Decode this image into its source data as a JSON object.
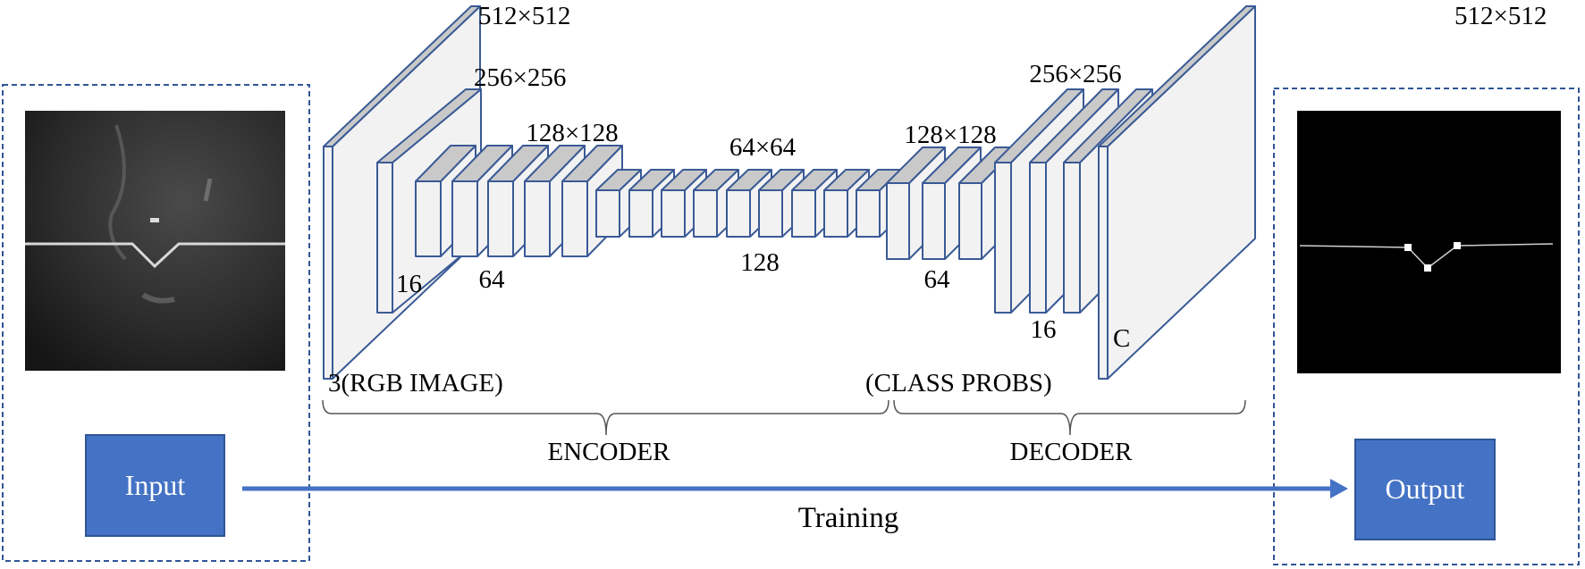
{
  "colors": {
    "accent": "#4472C4",
    "box_stroke": "#3A5A96",
    "box_face": "#F2F2F2",
    "box_top": "#C9C9C9",
    "dashed_border": "#2F5597"
  },
  "encoder": {
    "title": "ENCODER",
    "size_labels": [
      "512×512",
      "256×256",
      "128×128",
      "64×64"
    ],
    "channel_labels": [
      "16",
      "64",
      "128"
    ],
    "input_label": "3(RGB IMAGE)"
  },
  "decoder": {
    "title": "DECODER",
    "size_labels": [
      "128×128",
      "256×256",
      "512×512"
    ],
    "channel_labels": [
      "64",
      "16",
      "C"
    ],
    "output_label": "(CLASS PROBS)"
  },
  "input_panel": {
    "button_label": "Input"
  },
  "output_panel": {
    "button_label": "Output"
  },
  "arrow": {
    "label": "Training"
  }
}
